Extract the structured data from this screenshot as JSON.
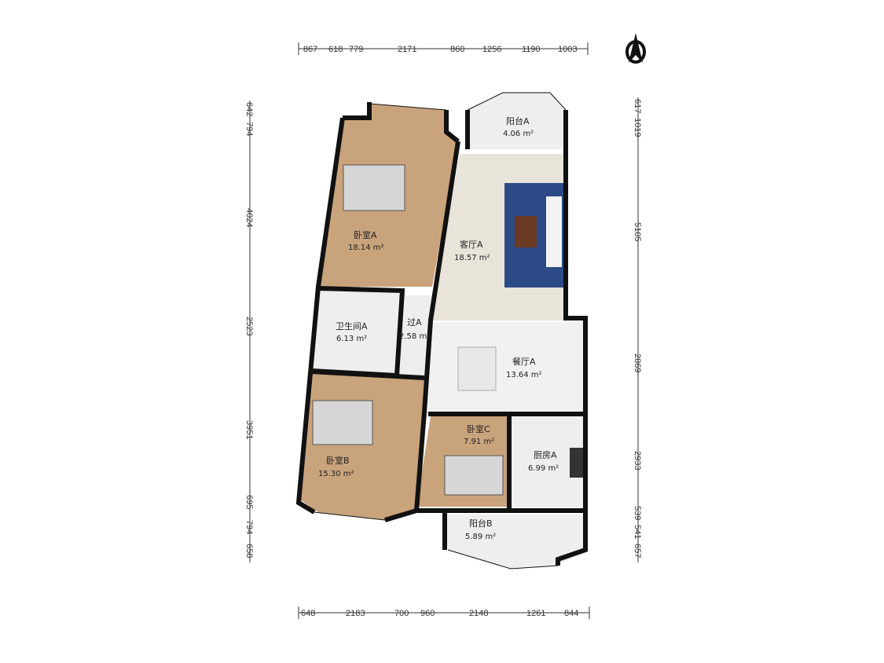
{
  "plan": {
    "top_dims": [
      "867",
      "618",
      "779",
      "2171",
      "860",
      "1256",
      "1190",
      "1003"
    ],
    "bottom_dims": [
      "648",
      "2183",
      "700",
      "960",
      "2148",
      "1261",
      "844"
    ],
    "left_dims": [
      "642",
      "794",
      "4024",
      "2523",
      "3951",
      "695",
      "794",
      "658"
    ],
    "right_dims": [
      "617",
      "1019",
      "5105",
      "2869",
      "2933",
      "539",
      "541",
      "657"
    ],
    "rooms": [
      {
        "name": "阳台A",
        "area": "4.06 m²"
      },
      {
        "name": "卧室A",
        "area": "18.14 m²"
      },
      {
        "name": "客厅A",
        "area": "18.57 m²"
      },
      {
        "name": "卫生间A",
        "area": "6.13 m²"
      },
      {
        "name": "过A",
        "area": "2.58 m²"
      },
      {
        "name": "餐厅A",
        "area": "13.64 m²"
      },
      {
        "name": "卧室C",
        "area": "7.91 m²"
      },
      {
        "name": "厨房A",
        "area": "6.99 m²"
      },
      {
        "name": "卧室B",
        "area": "15.30 m²"
      },
      {
        "name": "阳台B",
        "area": "5.89 m²"
      }
    ],
    "colors": {
      "wood": "#c9a37b",
      "tile": "#eeeeec",
      "living": "#e9e4da",
      "rug": "#2c4a86"
    },
    "compass_icon": "north-arrow"
  }
}
